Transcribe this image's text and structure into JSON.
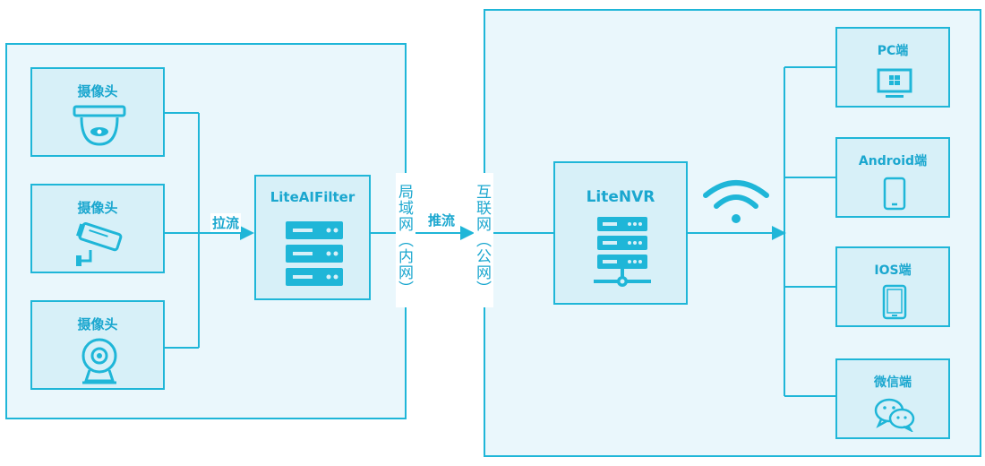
{
  "colors": {
    "line": "#1fb6d8",
    "panel": "#eaf7fc",
    "box": "#d7f0f8",
    "text": "#1ba7cf"
  },
  "cameras": [
    {
      "label": "摄像头",
      "icon": "dome-camera-icon"
    },
    {
      "label": "摄像头",
      "icon": "bullet-camera-icon"
    },
    {
      "label": "摄像头",
      "icon": "webcam-icon"
    }
  ],
  "filter": {
    "title": "LiteAIFilter",
    "icon": "server-icon"
  },
  "nvr": {
    "title": "LiteNVR",
    "icon": "network-server-icon"
  },
  "edges": {
    "pull": "拉流",
    "push": "推流"
  },
  "networks": {
    "lan": "局域网（内网）",
    "wan": "互联网（公网）"
  },
  "clients": [
    {
      "label": "PC端",
      "icon": "windows-monitor-icon"
    },
    {
      "label": "Android端",
      "icon": "phone-icon"
    },
    {
      "label": "IOS端",
      "icon": "tablet-icon"
    },
    {
      "label": "微信端",
      "icon": "wechat-icon"
    }
  ],
  "wireless": {
    "icon": "wifi-icon"
  }
}
